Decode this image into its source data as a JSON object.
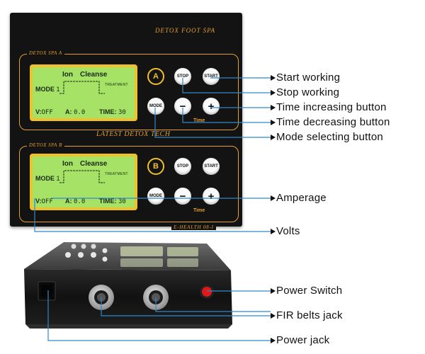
{
  "panel": {
    "brand": "DETOX FOOT SPA",
    "section_a_title": "DETOX SPA A",
    "section_b_title": "DETOX SPA B",
    "middle_brand": "LATEST DETOX TECH",
    "model": "E-HEALTH 08-I"
  },
  "lcd": {
    "program_word1": "Ion",
    "program_word2": "Cleanse",
    "mode_label": "MODE",
    "mode_value": "1",
    "treatment_label": "TREATMENT",
    "volts_label": "V:",
    "volts_value": "OFF",
    "amps_label": "A:",
    "amps_value": "0.0",
    "time_label": "TIME:",
    "time_value": "30"
  },
  "buttons": {
    "a_label": "A",
    "b_label": "B",
    "stop_label": "STOP",
    "start_label": "START",
    "mode_label": "MODE",
    "minus_label": "−",
    "plus_label": "+",
    "time_label": "Time"
  },
  "callouts": {
    "start": "Start working",
    "stop": "Stop working",
    "time_inc": "Time increasing button",
    "time_dec": "Time decreasing button",
    "mode": "Mode selecting button",
    "amperage": "Amperage",
    "volts": "Volts",
    "power_switch": "Power Switch",
    "fir_jack": "FIR belts jack",
    "power_jack": "Power jack"
  },
  "colors": {
    "panel_bg": "#131313",
    "trim": "#e3a02e",
    "lcd_bg": "#a6e266",
    "lcd_frame": "#f0c12b",
    "power_switch": "#e01818",
    "arrow_line": "#2f89c9"
  }
}
